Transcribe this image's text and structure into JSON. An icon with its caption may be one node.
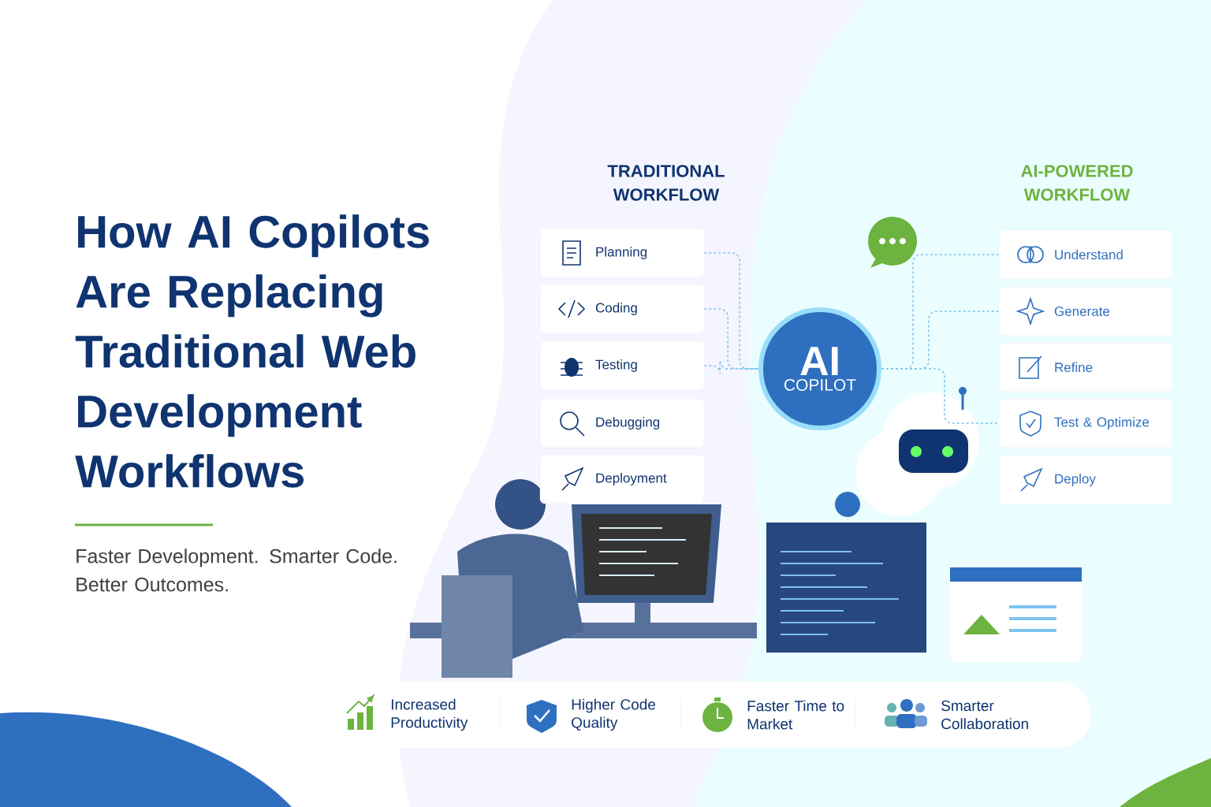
{
  "diagram": {
    "title": "How AI Copilots Are Replacing Traditional Web Development Workflows",
    "caption": "Faster Development. Smarter Code. Better Outcomes.",
    "nodes": [
      {
        "text": [
          "Planning"
        ]
      },
      {
        "text": [
          "Coding"
        ]
      },
      {
        "text": [
          "Testing"
        ]
      },
      {
        "text": [
          "Debugging"
        ]
      },
      {
        "text": [
          "Deployment"
        ]
      },
      {
        "text": [
          "AI",
          "COPILOT"
        ]
      },
      {
        "text": [
          "Understand"
        ]
      },
      {
        "text": [
          "Generate"
        ]
      },
      {
        "text": [
          "Refine"
        ]
      },
      {
        "text": [
          "Test & Optimize"
        ]
      },
      {
        "text": [
          "Deploy"
        ]
      },
      {
        "text": [
          "Increased Productivity",
          "Higher Code Quality",
          "Faster Time to Market",
          "Smarter Collaboration"
        ]
      }
    ],
    "edges": [
      {
        "from": 0,
        "to": 5,
        "arrow": "none",
        "style": "dashed"
      },
      {
        "from": 1,
        "to": 5,
        "arrow": "none",
        "style": "dashed"
      },
      {
        "from": 2,
        "to": 5,
        "arrow": "none",
        "style": "dashed"
      },
      {
        "from": 5,
        "to": 6,
        "arrow": "none",
        "style": "dashed"
      },
      {
        "from": 5,
        "to": 7,
        "arrow": "none",
        "style": "dashed"
      },
      {
        "from": 5,
        "to": 9,
        "arrow": "none",
        "style": "dashed"
      }
    ],
    "labels": [
      "TRADITIONAL WORKFLOW",
      "AI-POWERED WORKFLOW"
    ]
  }
}
